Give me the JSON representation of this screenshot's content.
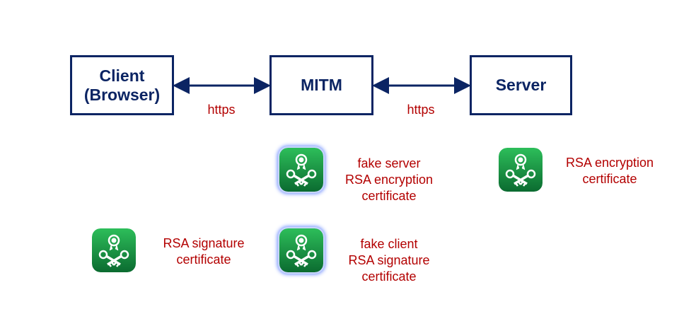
{
  "nodes": {
    "client": {
      "lines": [
        "Client",
        "(Browser)"
      ]
    },
    "mitm": {
      "lines": [
        "MITM"
      ]
    },
    "server": {
      "lines": [
        "Server"
      ]
    }
  },
  "connections": {
    "left": {
      "label": "https"
    },
    "right": {
      "label": "https"
    }
  },
  "certificates": {
    "fake_server": {
      "lines": [
        "fake server",
        "RSA encryption",
        "certificate"
      ],
      "icon": "certificate-keys-icon"
    },
    "server": {
      "lines": [
        "RSA encryption",
        "certificate"
      ],
      "icon": "certificate-keys-icon"
    },
    "client": {
      "lines": [
        "RSA signature",
        "certificate"
      ],
      "icon": "certificate-keys-icon"
    },
    "fake_client": {
      "lines": [
        "fake client",
        "RSA signature",
        "certificate"
      ],
      "icon": "certificate-keys-icon"
    }
  },
  "colors": {
    "box_border": "#0b2463",
    "box_text": "#0b2463",
    "label_text": "#b30000",
    "icon_green_top": "#2dbe5a",
    "icon_green_bottom": "#0b6b30"
  }
}
